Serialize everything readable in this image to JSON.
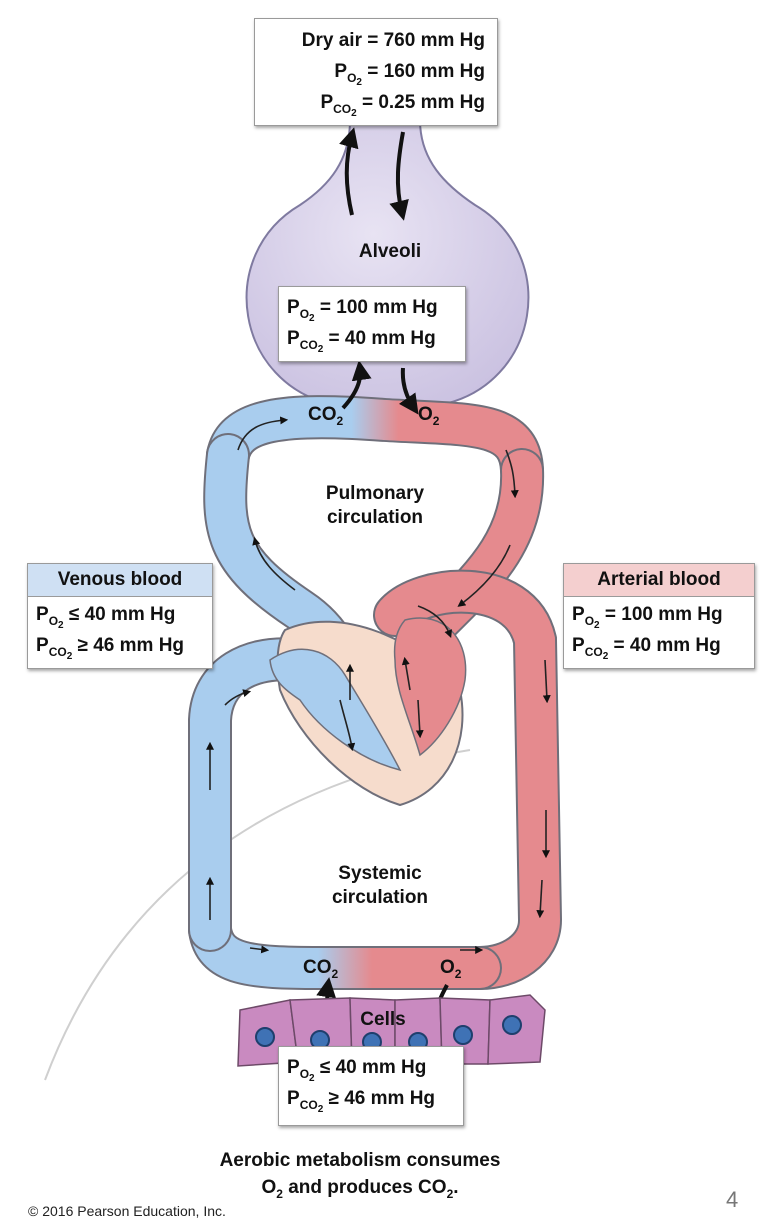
{
  "dry_air": {
    "line1": "Dry air = 760 mm Hg",
    "po2": {
      "sym": "P",
      "sub": "O",
      "subsub": "2",
      "rest": " = 160 mm Hg"
    },
    "pco2": {
      "sym": "P",
      "sub": "CO",
      "subsub": "2",
      "rest": " = 0.25 mm Hg"
    }
  },
  "alveoli": {
    "label": "Alveoli",
    "po2": {
      "sym": "P",
      "sub": "O",
      "subsub": "2",
      "rest": " = 100 mm Hg"
    },
    "pco2": {
      "sym": "P",
      "sub": "CO",
      "subsub": "2",
      "rest": " = 40 mm Hg"
    }
  },
  "pulmonary": {
    "line1": "Pulmonary",
    "line2": "circulation"
  },
  "systemic": {
    "line1": "Systemic",
    "line2": "circulation"
  },
  "venous": {
    "title": "Venous blood",
    "po2": {
      "sym": "P",
      "sub": "O",
      "subsub": "2",
      "rest": " ≤ 40 mm Hg"
    },
    "pco2": {
      "sym": "P",
      "sub": "CO",
      "subsub": "2",
      "rest": " ≥ 46 mm Hg"
    }
  },
  "arterial": {
    "title": "Arterial blood",
    "po2": {
      "sym": "P",
      "sub": "O",
      "subsub": "2",
      "rest": " = 100 mm Hg"
    },
    "pco2": {
      "sym": "P",
      "sub": "CO",
      "subsub": "2",
      "rest": " = 40 mm Hg"
    }
  },
  "cells": {
    "label": "Cells",
    "po2": {
      "sym": "P",
      "sub": "O",
      "subsub": "2",
      "rest": " ≤ 40 mm Hg"
    },
    "pco2": {
      "sym": "P",
      "sub": "CO",
      "subsub": "2",
      "rest": " ≥ 46 mm Hg"
    }
  },
  "gases": {
    "co2": {
      "main": "CO",
      "sub": "2"
    },
    "o2": {
      "main": "O",
      "sub": "2"
    }
  },
  "caption": {
    "line1": "Aerobic metabolism consumes",
    "line2_a": "O",
    "line2_sub1": "2",
    "line2_b": " and produces CO",
    "line2_sub2": "2",
    "line2_c": "."
  },
  "copyright": "© 2016 Pearson Education, Inc.",
  "page_number": "4",
  "colors": {
    "venous": "#a9cdee",
    "arterial": "#e58a8e",
    "alveoli": "#d9d2ea",
    "cells": "#c98ac0",
    "heart_wall": "#f6dccc"
  }
}
